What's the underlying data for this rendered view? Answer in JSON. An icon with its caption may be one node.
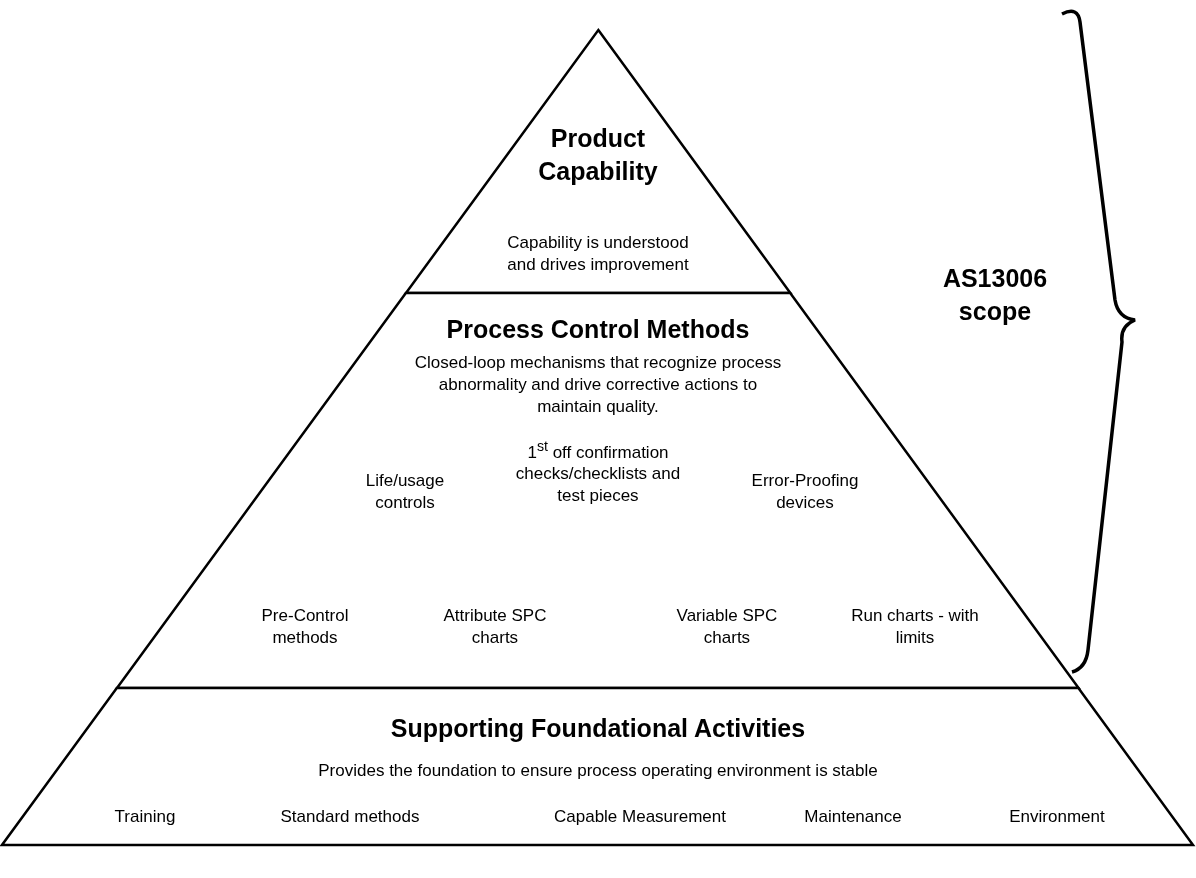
{
  "diagram": {
    "nodes": [
      {
        "text": [
          "Product Capability",
          "Capability is understood and drives improvement"
        ]
      },
      {
        "text": [
          "Process Control Methods",
          "Closed-loop mechanisms that recognize process abnormality and drive corrective actions to maintain quality.",
          "Life/usage controls",
          "1$^{st}$ off confirmation checks/checklists and test pieces",
          "Error-Proofing devices",
          "Pre-Control methods",
          "Attribute SPC charts",
          "Variable SPC charts",
          "Run charts - with limits"
        ]
      },
      {
        "text": [
          "Supporting Foundational Activities",
          "Provides the foundation to ensure process operating environment is stable",
          "Training",
          "Standard methods",
          "Capable Measurement",
          "Maintenance",
          "Environment"
        ]
      }
    ],
    "labels": [
      "AS13006 scope"
    ]
  }
}
